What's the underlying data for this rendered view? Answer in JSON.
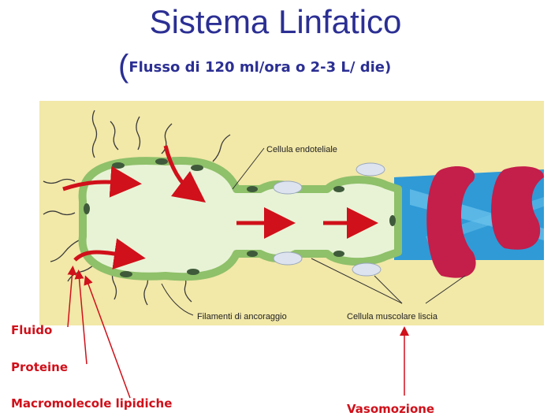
{
  "title": "Sistema Linfatico",
  "subtitle": {
    "open_paren": "(",
    "text": "Flusso di 120 ml/ora  o 2-3 L/ die)"
  },
  "diagram": {
    "label_endothelial": "Cellula endoteliale",
    "label_filaments": "Filamenti di ancoraggio",
    "label_smooth_muscle": "Cellula muscolare liscia"
  },
  "callouts": {
    "fluid": "Fluido",
    "proteins": "Proteine",
    "lipid_macromolecules": "Macromolecole lipidiche",
    "vasomotion": "Vasomozione"
  },
  "colors": {
    "title": "#2b2f93",
    "callout": "#d0101a",
    "background_panel": "#f2e8a8",
    "vessel_fill": "#e8f3d6",
    "endothelium": "#8fc06a",
    "vein_blue": "#2f9ad6",
    "muscle_red": "#c41e4a"
  }
}
